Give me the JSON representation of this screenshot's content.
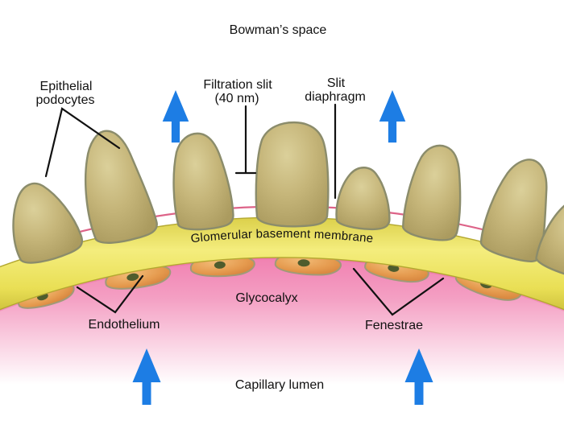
{
  "figure": {
    "caption_region_top": "Bowman’s space",
    "caption_region_bottom": "Capillary lumen"
  },
  "labels": {
    "bowmans_space": "Bowman’s space",
    "epithelial_podocytes_line1": "Epithelial",
    "epithelial_podocytes_line2": "podocytes",
    "filtration_slit_line1": "Filtration slit",
    "filtration_slit_line2": "(40 nm)",
    "slit_diaphragm_line1": "Slit",
    "slit_diaphragm_line2": "diaphragm",
    "membrane": "Glomerular basement membrane",
    "glycocalyx": "Glycocalyx",
    "endothelium": "Endothelium",
    "fenestrae": "Fenestrae",
    "capillary_lumen": "Capillary lumen"
  },
  "icons": {
    "arrow": "up-arrow (filtration flow direction), appears 4 times"
  },
  "counts": {
    "podocytes": 8,
    "endothelial_cells": 6,
    "flow_arrows": 4
  },
  "colors": {
    "arrow_blue": "#1d7de4",
    "membrane_yellow": "#ece255",
    "capillary_pink": "#f07cae",
    "podocyte_tan": "#c4b478",
    "endothelium_orange": "#e2954a",
    "slit_line_pink": "#dd6388",
    "text_black": "#111111"
  }
}
